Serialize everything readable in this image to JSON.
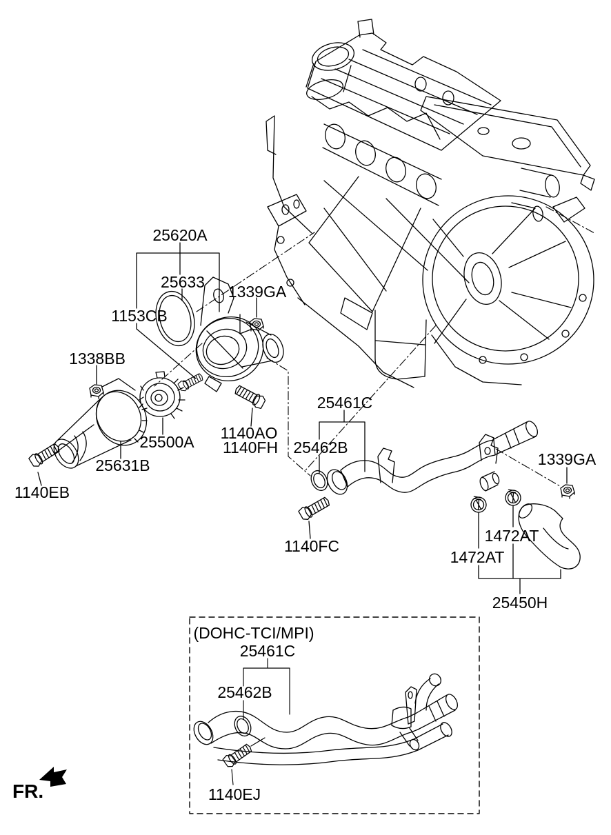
{
  "diagram": {
    "background": "#ffffff",
    "line_color": "#000000",
    "labels": {
      "c25620A": "25620A",
      "c25633": "25633",
      "c1339GA_top": "1339GA",
      "c1153CB": "1153CB",
      "c1338BB": "1338BB",
      "c25500A": "25500A",
      "c1140AO": "1140AO",
      "c1140FH": "1140FH",
      "c25631B": "25631B",
      "c1140EB": "1140EB",
      "c25461C": "25461C",
      "c25462B": "25462B",
      "c1140FC": "1140FC",
      "c1339GA_right": "1339GA",
      "c1472AT_1": "1472AT",
      "c1472AT_2": "1472AT",
      "c25450H": "25450H",
      "box_title": "(DOHC-TCI/MPI)",
      "box_25461C": "25461C",
      "box_25462B": "25462B",
      "box_1140EJ": "1140EJ",
      "fr": "FR."
    }
  }
}
